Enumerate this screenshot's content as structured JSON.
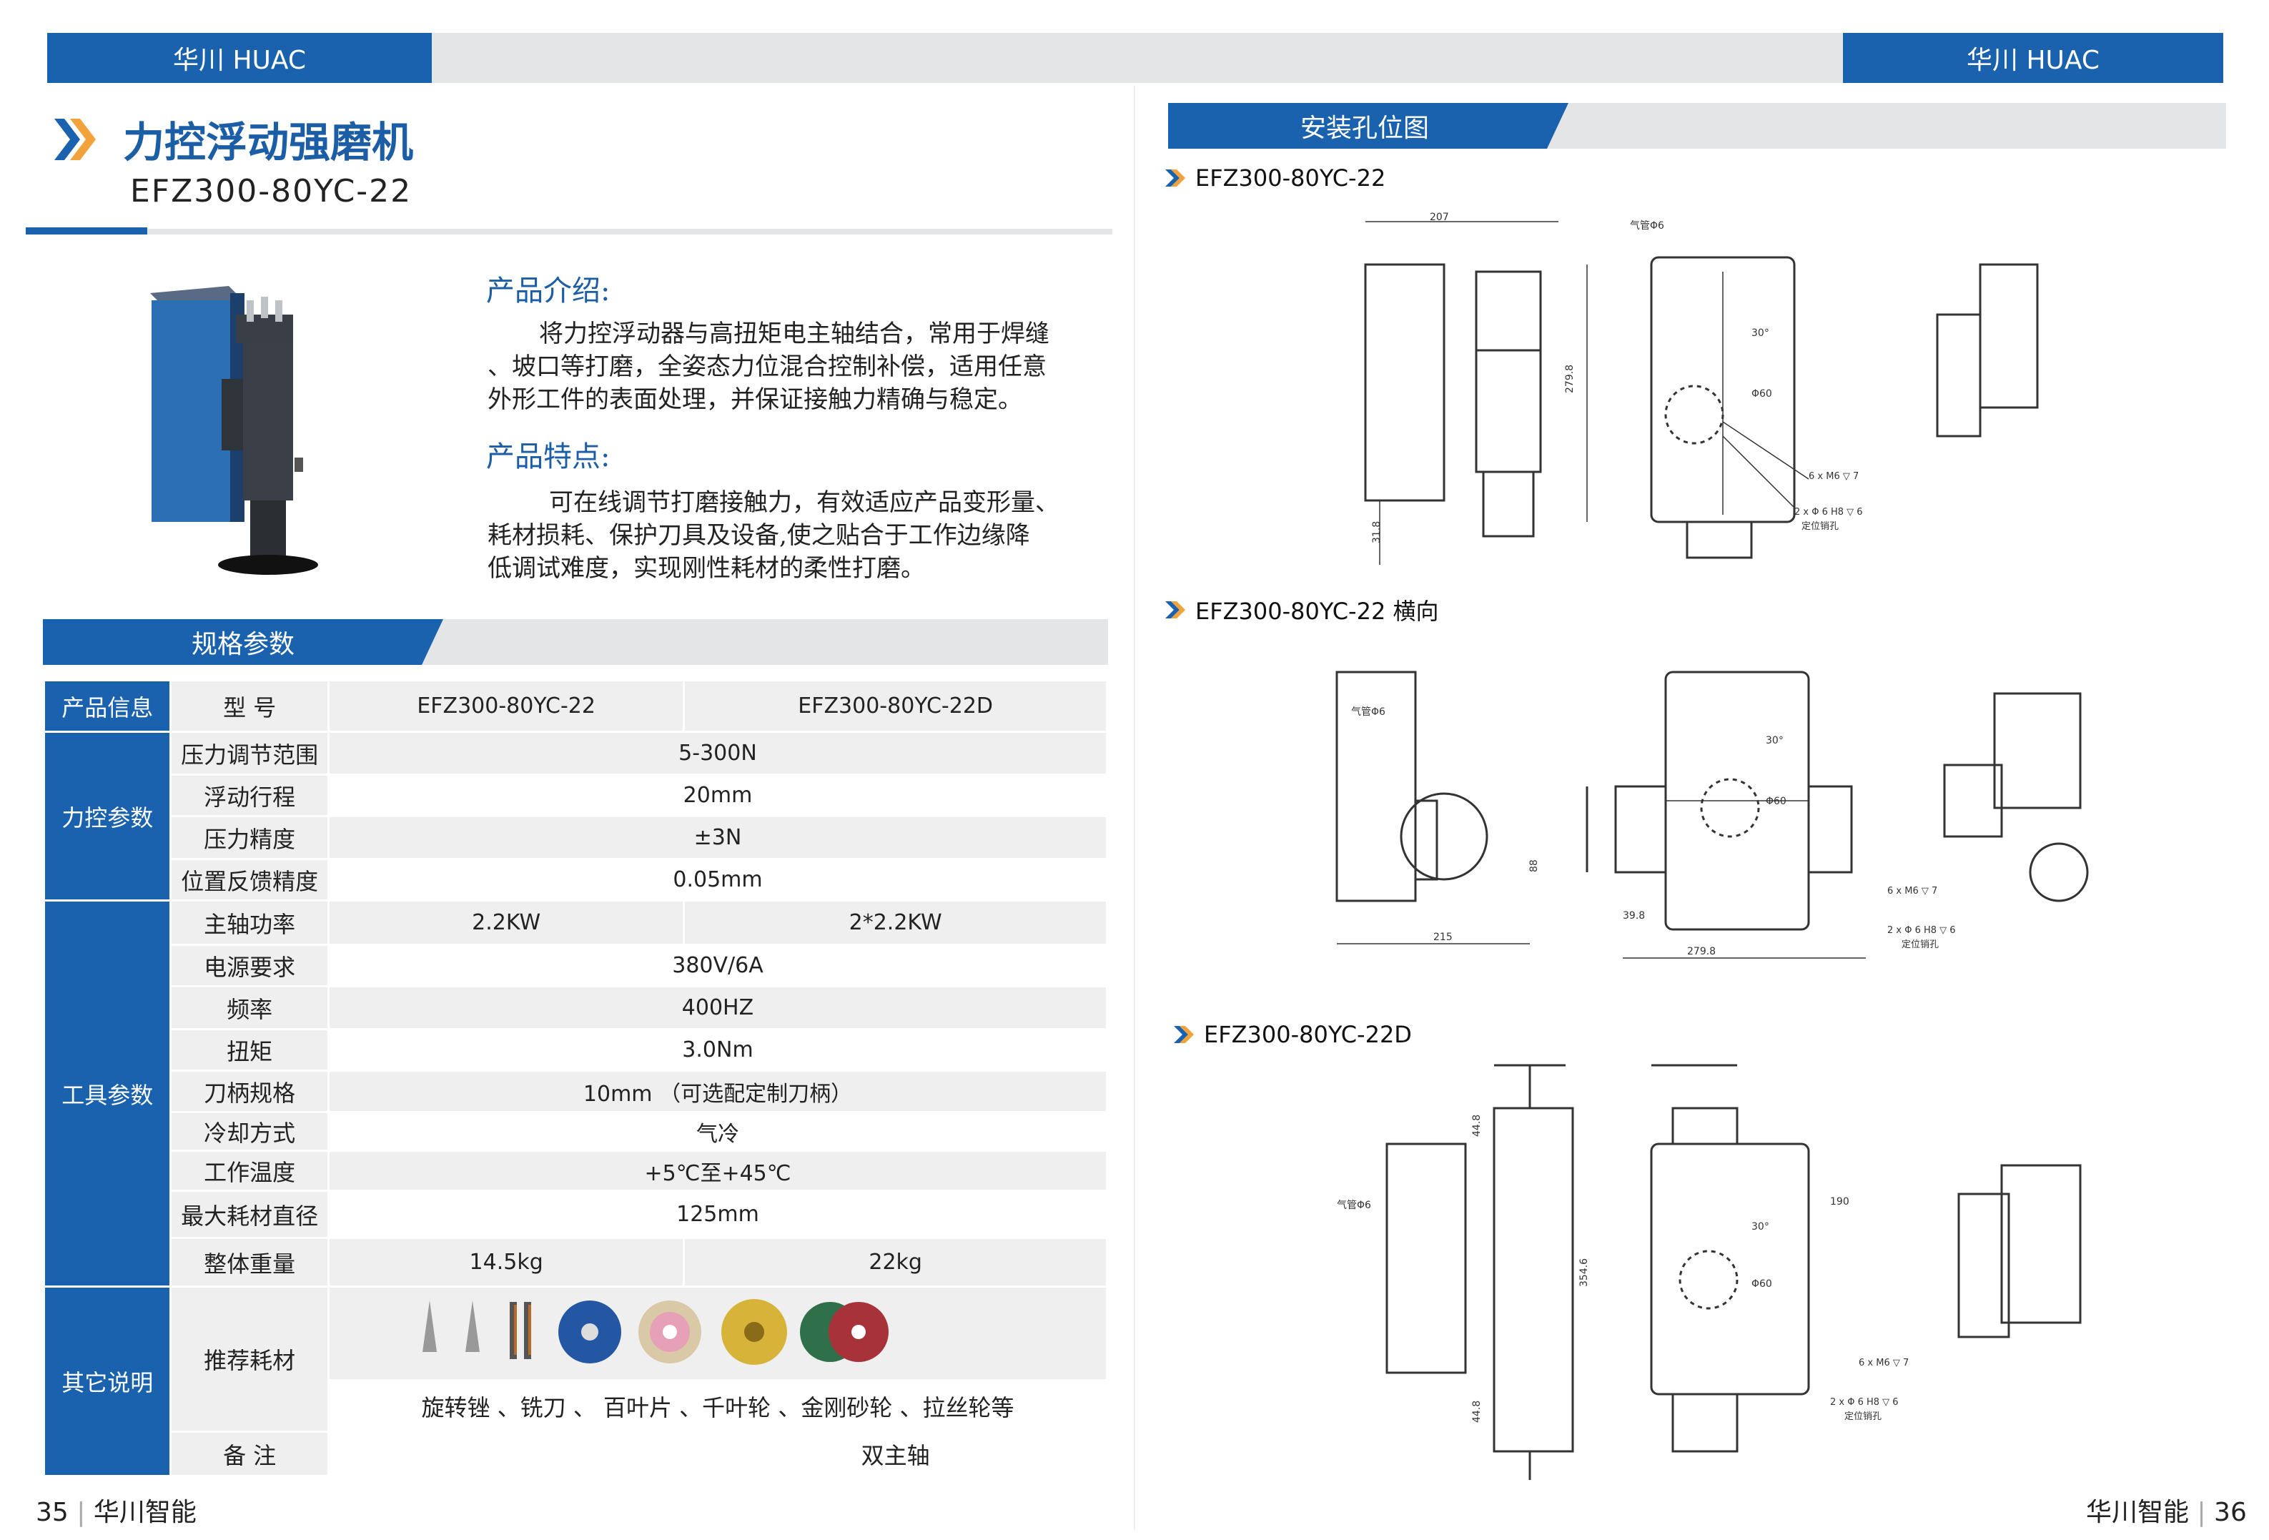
{
  "header": {
    "left_brand": "华川 HUAC",
    "right_brand": "华川 HUAC"
  },
  "product": {
    "title": "力控浮动强磨机",
    "model": "EFZ300-80YC-22"
  },
  "intro": {
    "heading": "产品介绍:",
    "lines": [
      "将力控浮动器与高扭矩电主轴结合，常用于焊缝",
      "、坡口等打磨，全姿态力位混合控制补偿，适用任意",
      "外形工件的表面处理，并保证接触力精确与稳定。"
    ]
  },
  "features": {
    "heading": "产品特点:",
    "lines": [
      "可在线调节打磨接触力，有效适应产品变形量、",
      "耗材损耗、保护刀具及设备,使之贴合于工作边缘降",
      "低调试难度，实现刚性耗材的柔性打磨。"
    ]
  },
  "spec": {
    "heading": "规格参数",
    "header_cat": "产品信息",
    "header_label": "型 号",
    "header_models": [
      "EFZ300-80YC-22",
      "EFZ300-80YC-22D"
    ],
    "force_cat": "力控参数",
    "force_rows": [
      {
        "label": "压力调节范围",
        "value": "5-300N"
      },
      {
        "label": "浮动行程",
        "value": "20mm"
      },
      {
        "label": "压力精度",
        "value": "±3N"
      },
      {
        "label": "位置反馈精度",
        "value": "0.05mm"
      }
    ],
    "tool_cat": "工具参数",
    "power": {
      "label": "主轴功率",
      "v1": "2.2KW",
      "v2": "2*2.2KW"
    },
    "tool_rows": [
      {
        "label": "电源要求",
        "value": "380V/6A"
      },
      {
        "label": "频率",
        "value": "400HZ"
      },
      {
        "label": "扭矩",
        "value": "3.0Nm"
      },
      {
        "label": "刀柄规格",
        "value": "10mm （可选配定制刀柄）"
      },
      {
        "label": "冷却方式",
        "value": "气冷"
      },
      {
        "label": "工作温度",
        "value": "+5℃至+45℃"
      },
      {
        "label": "最大耗材直径",
        "value": "125mm"
      }
    ],
    "weight": {
      "label": "整体重量",
      "v1": "14.5kg",
      "v2": "22kg"
    },
    "other_cat": "其它说明",
    "consumables_label": "推荐耗材",
    "consumables_text": "旋转锉 、铣刀 、 百叶片 、千叶轮 、金刚砂轮 、拉丝轮等",
    "remark_label": "备 注",
    "remark_value": "双主轴"
  },
  "right": {
    "section_heading": "安装孔位图",
    "drawing_titles": [
      "EFZ300-80YC-22",
      "EFZ300-80YC-22 横向",
      "EFZ300-80YC-22D"
    ],
    "dims1": {
      "w": "207",
      "h": "279.8",
      "b": "31.8",
      "air": "气管Φ6",
      "ang": "30°",
      "pcd": "Φ60",
      "m6": "6 x M6 ▽ 7",
      "pin": "2 x Φ 6 H8 ▽ 6",
      "pin2": "定位销孔"
    },
    "dims2": {
      "w1": "215",
      "w2": "279.8",
      "w3": "39.8",
      "h": "88",
      "air": "气管Φ6",
      "ang": "30°",
      "pcd": "Φ60",
      "m6": "6 x M6 ▽ 7",
      "pin": "2 x Φ 6 H8 ▽ 6",
      "pin2": "定位销孔"
    },
    "dims3": {
      "h": "354.6",
      "t": "44.8",
      "b": "44.8",
      "w": "190",
      "air": "气管Φ6",
      "ang": "30°",
      "pcd": "Φ60",
      "m6": "6 x M6 ▽ 7",
      "pin": "2 x Φ 6 H8 ▽ 6",
      "pin2": "定位销孔"
    }
  },
  "footer": {
    "left_num": "35",
    "left_brand": "华川智能",
    "right_brand": "华川智能",
    "right_num": "36"
  },
  "colors": {
    "brand_blue": "#1a62ad",
    "accent_orange": "#f2a23b",
    "band_grey": "#e4e5e7"
  }
}
